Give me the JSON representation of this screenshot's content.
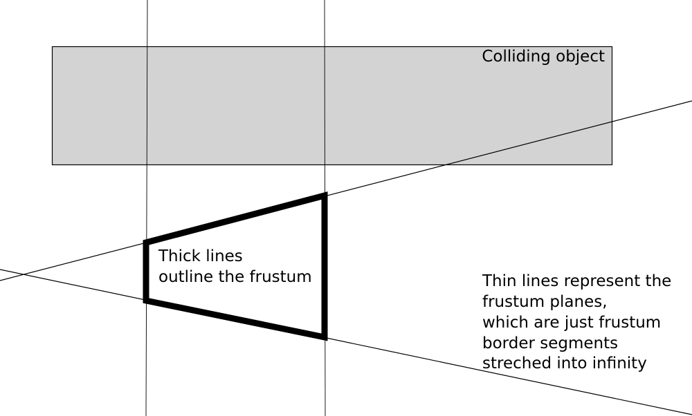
{
  "colors": {
    "background": "#ffffff",
    "object_fill": "#d3d3d3",
    "stroke": "#000000"
  },
  "labels": {
    "colliding_object": "Colliding object",
    "thick_lines": [
      "Thick lines",
      "outline the frustum"
    ],
    "thin_lines": [
      "Thin lines represent the",
      "frustum planes,",
      "which are just frustum",
      "border segments",
      "streched into infinity"
    ]
  }
}
